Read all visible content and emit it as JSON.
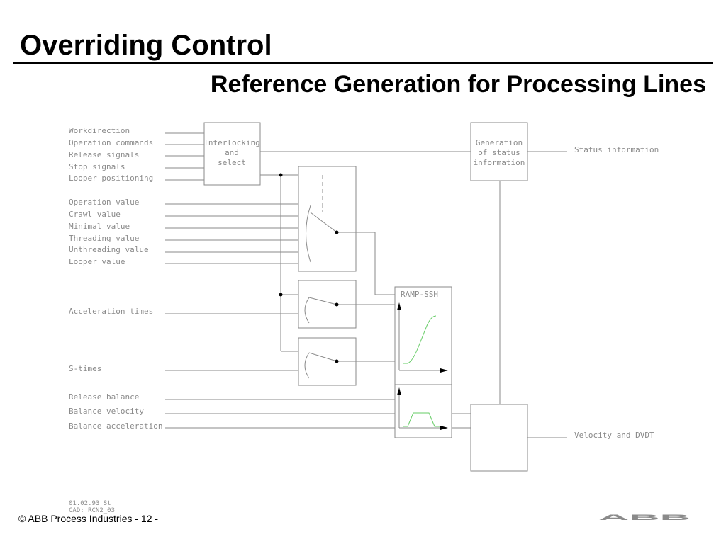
{
  "title": "Overriding Control",
  "subtitle": "Reference Generation for Processing Lines",
  "inputs_top": [
    "Workdirection",
    "Operation commands",
    "Release signals",
    "Stop signals",
    "Looper positioning"
  ],
  "inputs_values": [
    "Operation value",
    "Crawl value",
    "Minimal value",
    "Threading value",
    "Unthreading value",
    "Looper value"
  ],
  "input_accel": "Acceleration times",
  "input_s": "S-times",
  "inputs_balance": [
    "Release balance",
    "Balance velocity",
    "Balance acceleration"
  ],
  "blocks": {
    "interlock": [
      "Interlocking",
      "and",
      "select"
    ],
    "status_gen": [
      "Generation",
      "of status",
      "information"
    ],
    "ramp": "RAMP-SSH"
  },
  "outputs": {
    "status": "Status information",
    "velocity": "Velocity and DVDT"
  },
  "cad_stamp": [
    "01.02.93 St",
    "CAD: RCN2_03"
  ],
  "footer": "© ABB Process Industries - 12 -",
  "logo_text": "ABB",
  "colors": {
    "logo": "#e2001a",
    "diagram_line": "#8a8a8a",
    "ramp_curve": "#66cc66"
  }
}
